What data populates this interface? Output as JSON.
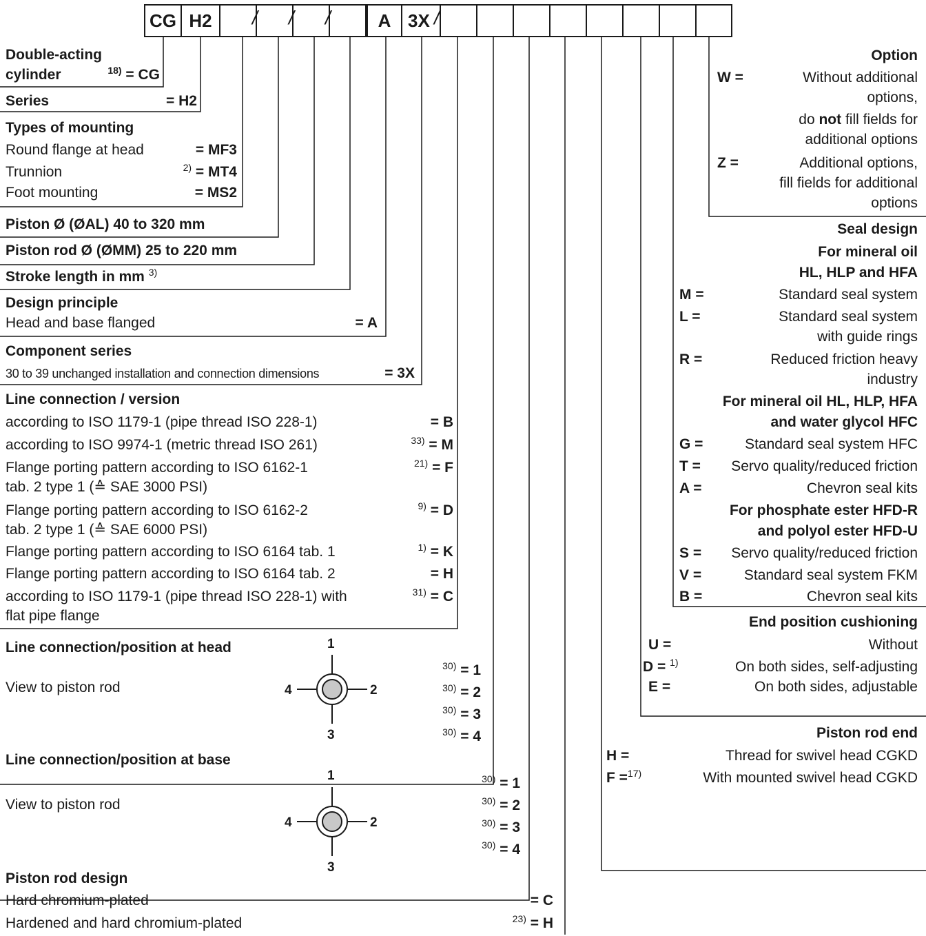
{
  "code_boxes": [
    "CG",
    "H2",
    "",
    "",
    "",
    "",
    "A",
    "3X",
    "",
    "",
    "",
    "",
    "",
    "",
    "",
    ""
  ],
  "slash": "/",
  "left": {
    "cylinder": {
      "line1": "Double-acting",
      "line2": "cylinder",
      "note": "18)",
      "code": "= CG"
    },
    "series": {
      "label": "Series",
      "code": "= H2"
    },
    "mounting": {
      "title": "Types of mounting",
      "items": [
        {
          "label": "Round flange at head",
          "note": "",
          "code": "= MF3"
        },
        {
          "label": "Trunnion",
          "note": "2)",
          "code": "= MT4"
        },
        {
          "label": "Foot mounting",
          "note": "",
          "code": "= MS2"
        }
      ]
    },
    "piston": "Piston Ø (ØAL) 40 to 320 mm",
    "rod": "Piston rod Ø (ØMM) 25 to 220 mm",
    "stroke": {
      "label": "Stroke length in mm",
      "note": "3)"
    },
    "design": {
      "title": "Design principle",
      "label": "Head and base flanged",
      "code": "= A"
    },
    "component": {
      "title": "Component series",
      "label": "30 to 39 unchanged installation and connection dimensions",
      "code": "= 3X"
    },
    "line_conn": {
      "title": "Line connection / version",
      "items": [
        {
          "label": "according to ISO 1179-1 (pipe thread ISO 228-1)",
          "label2": "",
          "note": "",
          "code": "= B"
        },
        {
          "label": "according to ISO 9974-1 (metric thread ISO 261)",
          "label2": "",
          "note": "33)",
          "code": "= M"
        },
        {
          "label": "Flange porting pattern according to ISO 6162-1",
          "label2": "tab. 2 type 1 (≙ SAE 3000 PSI)",
          "note": "21)",
          "code": "= F"
        },
        {
          "label": "Flange porting pattern according to ISO 6162-2",
          "label2": "tab. 2 type 1 (≙ SAE 6000 PSI)",
          "note": "9)",
          "code": "= D"
        },
        {
          "label": "Flange porting pattern according to ISO 6164 tab. 1",
          "label2": "",
          "note": "1)",
          "code": "= K"
        },
        {
          "label": "Flange porting pattern according to ISO 6164 tab. 2",
          "label2": "",
          "note": "",
          "code": "= H"
        },
        {
          "label": "according to ISO 1179-1 (pipe thread ISO 228-1) with",
          "label2": "flat pipe flange",
          "note": "31)",
          "code": "= C"
        }
      ]
    },
    "pos_head": {
      "title": "Line connection/position at head",
      "view": "View to piston rod",
      "note": "30)",
      "codes": [
        "= 1",
        "= 2",
        "= 3",
        "= 4"
      ],
      "dial": [
        "1",
        "2",
        "3",
        "4"
      ]
    },
    "pos_base": {
      "title": "Line connection/position at base",
      "view": "View to piston rod",
      "note": "30)",
      "codes": [
        "= 1",
        "= 2",
        "= 3",
        "= 4"
      ],
      "dial": [
        "1",
        "2",
        "3",
        "4"
      ]
    },
    "rod_design": {
      "title": "Piston rod design",
      "items": [
        {
          "label": "Hard chromium-plated",
          "note": "",
          "code": "= C"
        },
        {
          "label": "Hardened and hard chromium-plated",
          "note": "23)",
          "code": "= H"
        }
      ]
    }
  },
  "right": {
    "option": {
      "title": "Option",
      "w_code": "W =",
      "w_lines": [
        "Without additional",
        "options,"
      ],
      "w_pre": "do ",
      "w_bold": "not",
      "w_post": " fill fields for",
      "w_last": "additional options",
      "z_code": "Z =",
      "z_lines": [
        "Additional options,",
        "fill fields for additional",
        "options"
      ]
    },
    "seal": {
      "title": "Seal design",
      "g1_title": [
        "For mineral oil",
        "HL, HLP and HFA"
      ],
      "g1": [
        {
          "code": "M =",
          "lines": [
            "Standard seal system"
          ]
        },
        {
          "code": "L =",
          "lines": [
            "Standard seal system",
            "with guide rings"
          ]
        },
        {
          "code": "R =",
          "lines": [
            "Reduced friction heavy",
            "industry"
          ]
        }
      ],
      "g2_title": [
        "For mineral oil HL, HLP, HFA",
        "and water glycol HFC"
      ],
      "g2": [
        {
          "code": "G =",
          "lines": [
            "Standard seal system HFC"
          ]
        },
        {
          "code": "T =",
          "lines": [
            "Servo quality/reduced friction"
          ]
        },
        {
          "code": "A =",
          "lines": [
            "Chevron seal kits"
          ]
        }
      ],
      "g3_title": [
        "For phosphate ester HFD-R",
        "and polyol ester HFD-U"
      ],
      "g3": [
        {
          "code": "S =",
          "lines": [
            "Servo quality/reduced friction"
          ]
        },
        {
          "code": "V =",
          "lines": [
            "Standard seal system FKM"
          ]
        },
        {
          "code": "B =",
          "lines": [
            "Chevron seal kits"
          ]
        }
      ]
    },
    "cushion": {
      "title": "End position cushioning",
      "items": [
        {
          "code": "U =",
          "note": "",
          "label": "Without"
        },
        {
          "code": "D =",
          "note": "1)",
          "label": "On both sides, self-adjusting"
        },
        {
          "code": "E =",
          "note": "",
          "label": "On both sides, adjustable"
        }
      ]
    },
    "rod_end": {
      "title": "Piston rod end",
      "items": [
        {
          "code": "H =",
          "note": "",
          "label": "Thread for swivel head CGKD"
        },
        {
          "code": "F =",
          "note": "17)",
          "label": "With mounted swivel head CGKD"
        }
      ]
    }
  }
}
